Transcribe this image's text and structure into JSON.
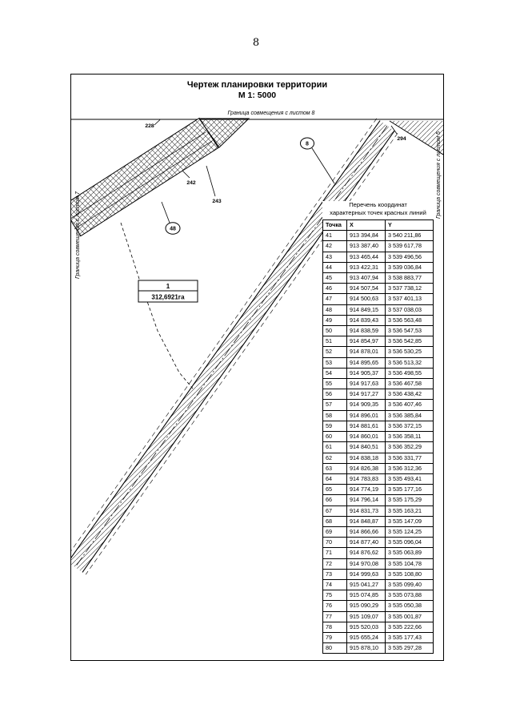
{
  "page": {
    "number": "8"
  },
  "drawing": {
    "title": "Чертеж планировки территории",
    "scale": "М 1: 5000",
    "edge_labels": {
      "top": "Граница совмещения с листом 8",
      "left": "Граница совмещения с листом 7",
      "right": "Граница совмещения с листом 5"
    },
    "points": {
      "p228": "228",
      "p242": "242",
      "p243": "243",
      "p48": "48",
      "p8": "8",
      "p294": "294"
    },
    "parcel": {
      "number": "1",
      "area": "312,6921га"
    }
  },
  "coords_table": {
    "title_line1": "Перечень координат",
    "title_line2": "характерных точек красных линий",
    "columns": {
      "point": "Точка",
      "x": "X",
      "y": "Y"
    },
    "rows": [
      {
        "n": "41",
        "x": "913 394,84",
        "y": "3 540 211,86"
      },
      {
        "n": "42",
        "x": "913 387,40",
        "y": "3 539 617,78"
      },
      {
        "n": "43",
        "x": "913 465,44",
        "y": "3 539 496,56"
      },
      {
        "n": "44",
        "x": "913 422,31",
        "y": "3 539 036,84"
      },
      {
        "n": "45",
        "x": "913 407,94",
        "y": "3 538 883,77"
      },
      {
        "n": "46",
        "x": "914 507,54",
        "y": "3 537 738,12"
      },
      {
        "n": "47",
        "x": "914 500,63",
        "y": "3 537 401,13"
      },
      {
        "n": "48",
        "x": "914 849,15",
        "y": "3 537 038,03"
      },
      {
        "n": "49",
        "x": "914 839,43",
        "y": "3 536 563,48"
      },
      {
        "n": "50",
        "x": "914 838,59",
        "y": "3 536 547,53"
      },
      {
        "n": "51",
        "x": "914 854,97",
        "y": "3 536 542,85"
      },
      {
        "n": "52",
        "x": "914 878,01",
        "y": "3 536 530,25"
      },
      {
        "n": "53",
        "x": "914 895,65",
        "y": "3 536 513,32"
      },
      {
        "n": "54",
        "x": "914 905,37",
        "y": "3 536 498,55"
      },
      {
        "n": "55",
        "x": "914 917,63",
        "y": "3 536 467,58"
      },
      {
        "n": "56",
        "x": "914 917,27",
        "y": "3 536 438,42"
      },
      {
        "n": "57",
        "x": "914 909,35",
        "y": "3 536 407,46"
      },
      {
        "n": "58",
        "x": "914 896,01",
        "y": "3 536 385,84"
      },
      {
        "n": "59",
        "x": "914 881,61",
        "y": "3 536 372,15"
      },
      {
        "n": "60",
        "x": "914 860,01",
        "y": "3 536 358,11"
      },
      {
        "n": "61",
        "x": "914 840,51",
        "y": "3 536 352,29"
      },
      {
        "n": "62",
        "x": "914 838,18",
        "y": "3 536 331,77"
      },
      {
        "n": "63",
        "x": "914 826,38",
        "y": "3 536 312,36"
      },
      {
        "n": "64",
        "x": "914 783,83",
        "y": "3 535 493,41"
      },
      {
        "n": "65",
        "x": "914 774,19",
        "y": "3 535 177,16"
      },
      {
        "n": "66",
        "x": "914 796,14",
        "y": "3 535 175,29"
      },
      {
        "n": "67",
        "x": "914 831,73",
        "y": "3 535 163,21"
      },
      {
        "n": "68",
        "x": "914 848,87",
        "y": "3 535 147,09"
      },
      {
        "n": "69",
        "x": "914 866,66",
        "y": "3 535 124,25"
      },
      {
        "n": "70",
        "x": "914 877,40",
        "y": "3 535 096,04"
      },
      {
        "n": "71",
        "x": "914 876,62",
        "y": "3 535 063,89"
      },
      {
        "n": "72",
        "x": "914 970,08",
        "y": "3 535 104,78"
      },
      {
        "n": "73",
        "x": "914 999,63",
        "y": "3 535 108,80"
      },
      {
        "n": "74",
        "x": "915 041,27",
        "y": "3 535 099,40"
      },
      {
        "n": "75",
        "x": "915 074,85",
        "y": "3 535 073,88"
      },
      {
        "n": "76",
        "x": "915 090,29",
        "y": "3 535 050,38"
      },
      {
        "n": "77",
        "x": "915 109,07",
        "y": "3 535 001,87"
      },
      {
        "n": "78",
        "x": "915 520,03",
        "y": "3 535 222,66"
      },
      {
        "n": "79",
        "x": "915 655,24",
        "y": "3 535 177,43"
      },
      {
        "n": "80",
        "x": "915 878,10",
        "y": "3 535 297,28"
      }
    ]
  }
}
